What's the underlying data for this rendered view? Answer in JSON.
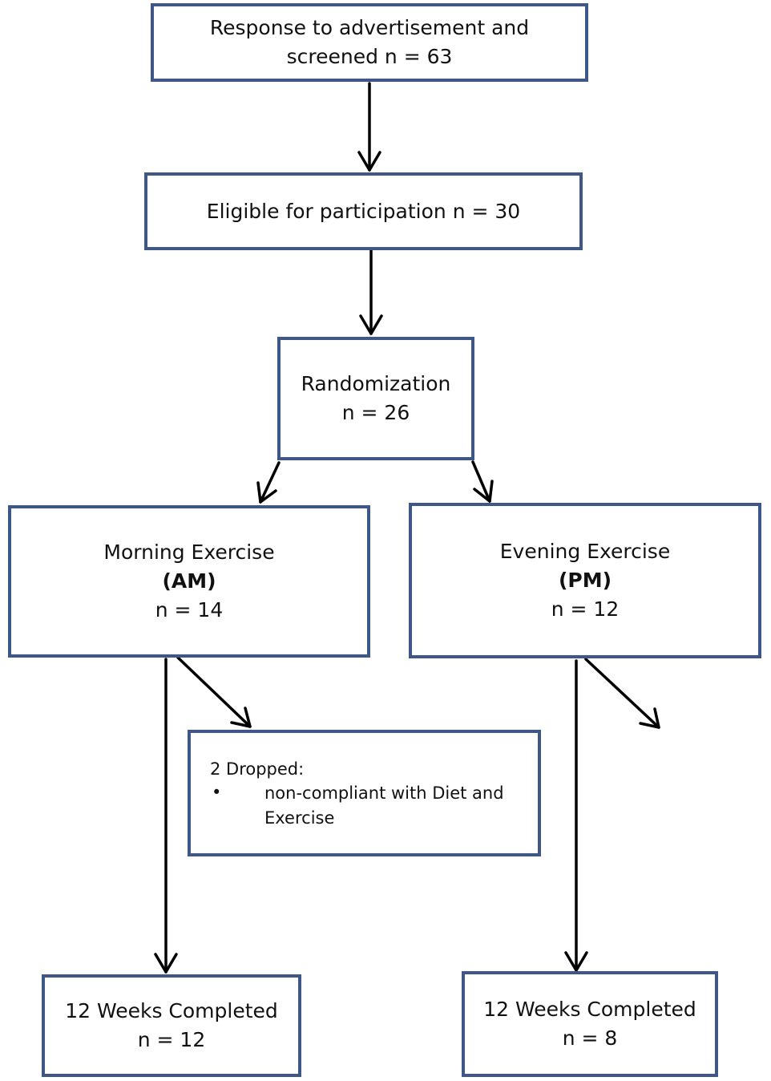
{
  "boxes": {
    "screened": {
      "line1": "Response to advertisement and",
      "line2": "screened n = 63"
    },
    "eligible": {
      "line1": "Eligible for participation n = 30"
    },
    "randomization": {
      "line1": "Randomization",
      "line2": "n = 26"
    },
    "morning": {
      "line1": "Morning Exercise",
      "line2": "(AM)",
      "line3": "n = 14"
    },
    "evening": {
      "line1": "Evening Exercise",
      "line2": "(PM)",
      "line3": "n = 12"
    },
    "dropped": {
      "heading": "2 Dropped:",
      "bullet": "•",
      "item": "non-compliant with Diet and Exercise"
    },
    "completed_am": {
      "line1": "12 Weeks Completed",
      "line2": "n = 12"
    },
    "completed_pm": {
      "line1": "12 Weeks Completed",
      "line2": "n = 8"
    }
  },
  "colors": {
    "box_border": "#3f5787",
    "arrow": "#000000"
  }
}
